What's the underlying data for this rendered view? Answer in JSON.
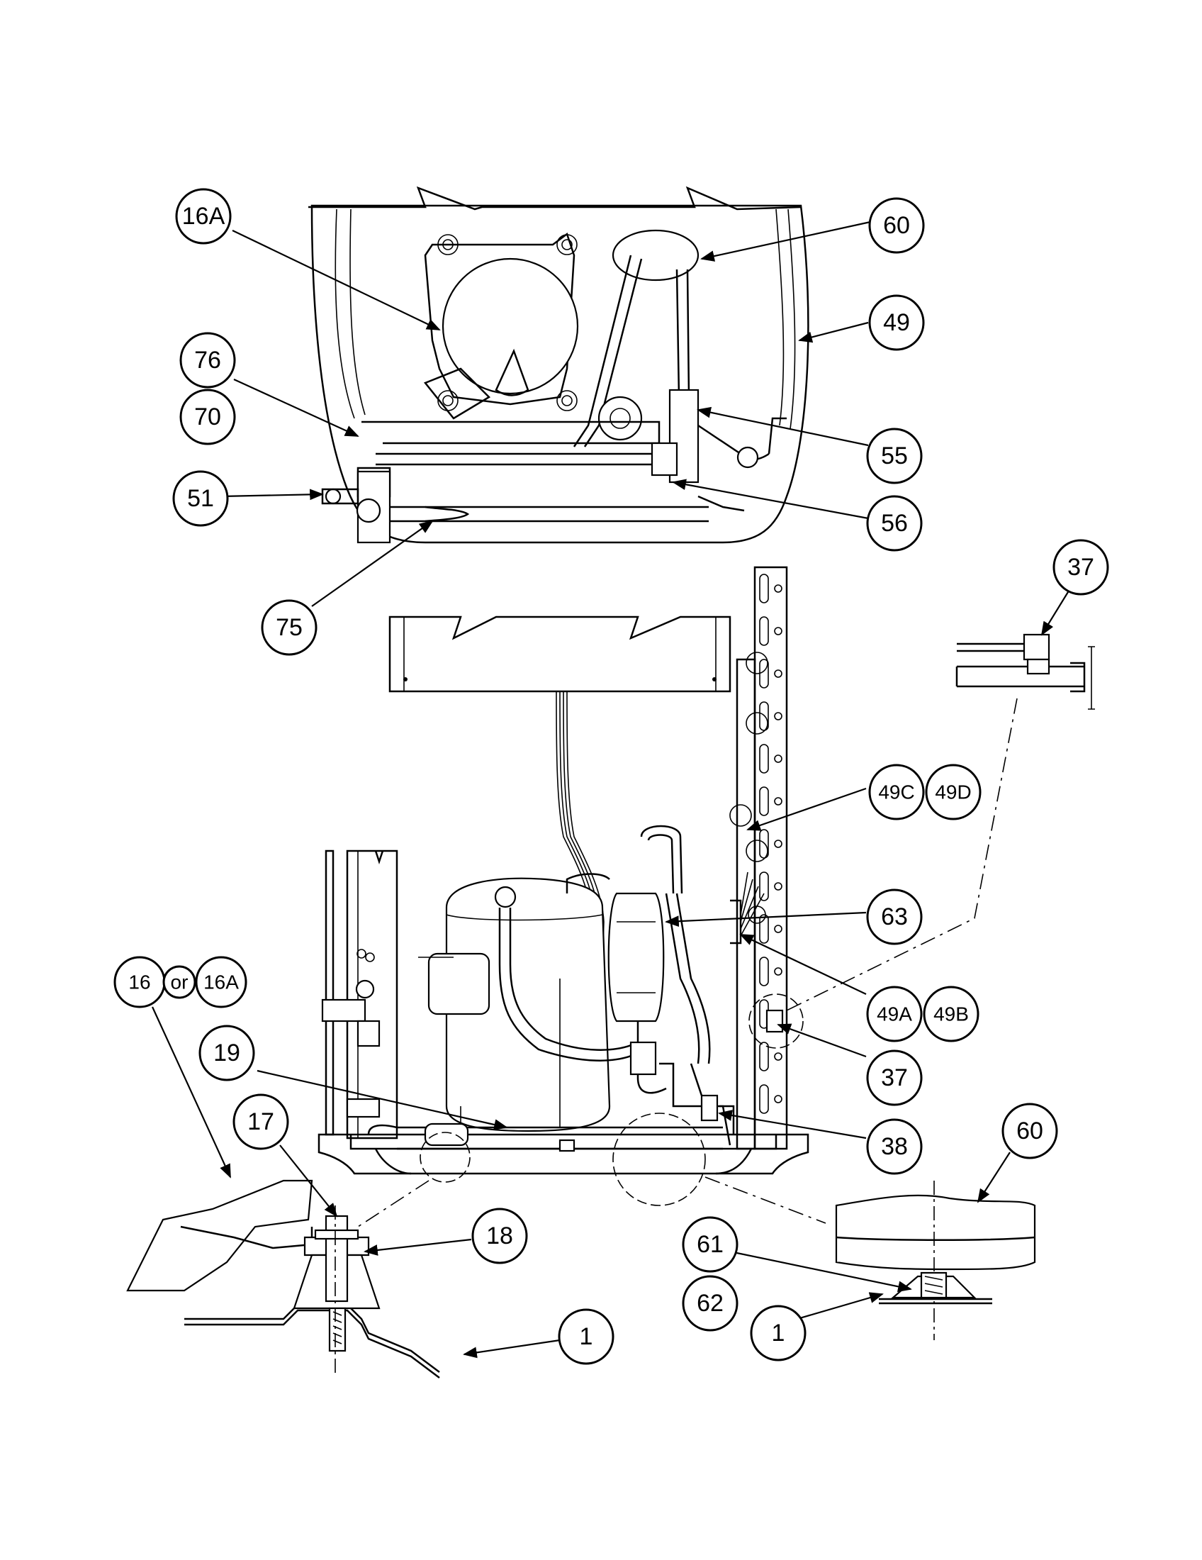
{
  "callouts": {
    "c16A_top": "16A",
    "c76": "76",
    "c70": "70",
    "c51": "51",
    "c75": "75",
    "c60_top": "60",
    "c49": "49",
    "c55": "55",
    "c56": "56",
    "c37_top": "37",
    "c49C": "49C",
    "c49D": "49D",
    "c63": "63",
    "c49A": "49A",
    "c49B": "49B",
    "c37_mid": "37",
    "c38": "38",
    "c16": "16",
    "c_or": "or",
    "c16A_bot": "16A",
    "c19": "19",
    "c17": "17",
    "c18": "18",
    "c1_left": "1",
    "c60_bot": "60",
    "c61": "61",
    "c62": "62",
    "c1_right": "1"
  }
}
